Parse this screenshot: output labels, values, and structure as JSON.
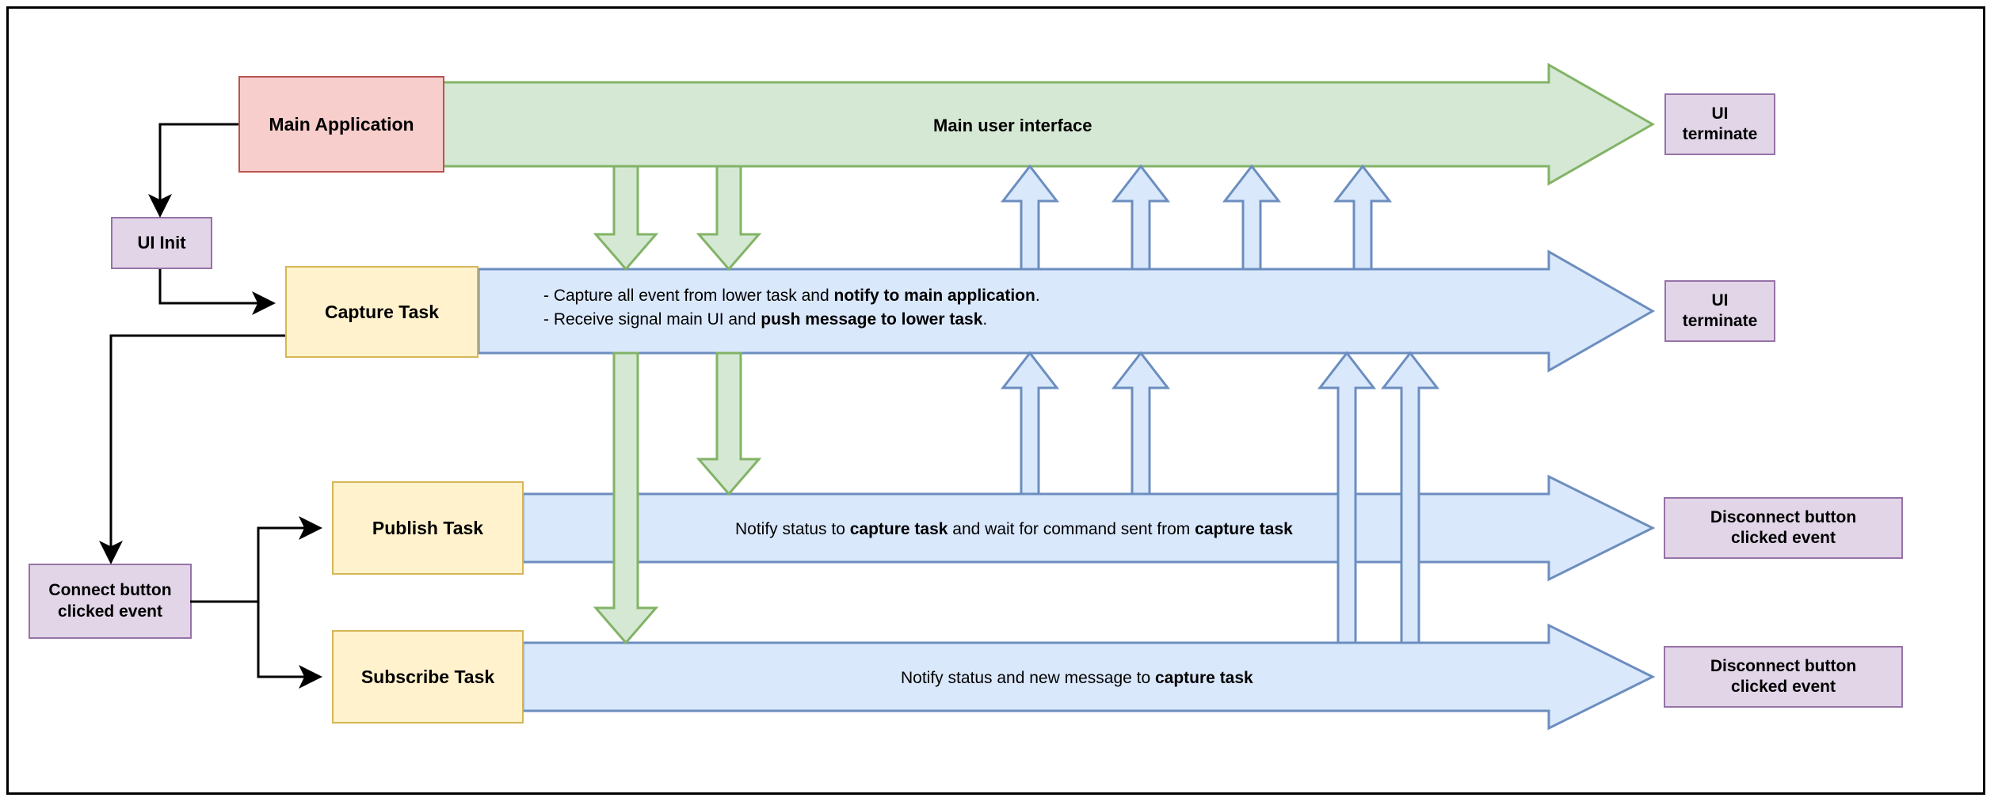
{
  "diagram": {
    "title": "Task architecture swimlane diagram",
    "colors": {
      "green_fill": "#d5e8d4",
      "green_stroke": "#82b366",
      "blue_fill": "#dae8fc",
      "blue_stroke": "#6c8ebf",
      "red_fill": "#f8cecc",
      "red_stroke": "#b85450",
      "purple_fill": "#e1d5e7",
      "purple_stroke": "#9673a6",
      "yellow_fill": "#ffe6cc",
      "yellow_fill_light": "#fff2cc",
      "yellow_stroke": "#d6b656",
      "connector": "#000000",
      "frame": "#000000"
    }
  },
  "nodes": {
    "main_application": "Main Application",
    "ui_init": "UI Init",
    "capture_task": "Capture Task",
    "publish_task": "Publish Task",
    "subscribe_task": "Subscribe Task",
    "connect_button_event": "Connect button\nclicked event",
    "connect_button_event_line1": "Connect button",
    "connect_button_event_line2": "clicked event",
    "ui_terminate_line1": "UI",
    "ui_terminate_line2": "terminate",
    "disconnect_event_line1": "Disconnect button",
    "disconnect_event_line2": "clicked event"
  },
  "lanes": [
    {
      "id": "main-ui-lane",
      "color": "green",
      "label": "Main user interface",
      "bold": true,
      "end_node_line1": "UI",
      "end_node_line2": "terminate"
    },
    {
      "id": "capture-task-lane",
      "color": "blue",
      "label_line1_prefix": "- Capture all event from lower task and ",
      "label_line1_bold": "notify to main application",
      "label_line1_suffix": ".",
      "label_line2_prefix": "- Receive signal main UI and ",
      "label_line2_bold": "push message to lower task",
      "label_line2_suffix": ".",
      "end_node_line1": "UI",
      "end_node_line2": "terminate"
    },
    {
      "id": "publish-task-lane",
      "color": "blue",
      "label_prefix": "Notify status to ",
      "label_bold1": "capture task",
      "label_mid": " and wait for command sent from ",
      "label_bold2": "capture task",
      "end_node_line1": "Disconnect button",
      "end_node_line2": "clicked event"
    },
    {
      "id": "subscribe-task-lane",
      "color": "blue",
      "label_prefix": "Notify status and new message to ",
      "label_bold1": "capture task",
      "end_node_line1": "Disconnect button",
      "end_node_line2": "clicked event"
    }
  ]
}
